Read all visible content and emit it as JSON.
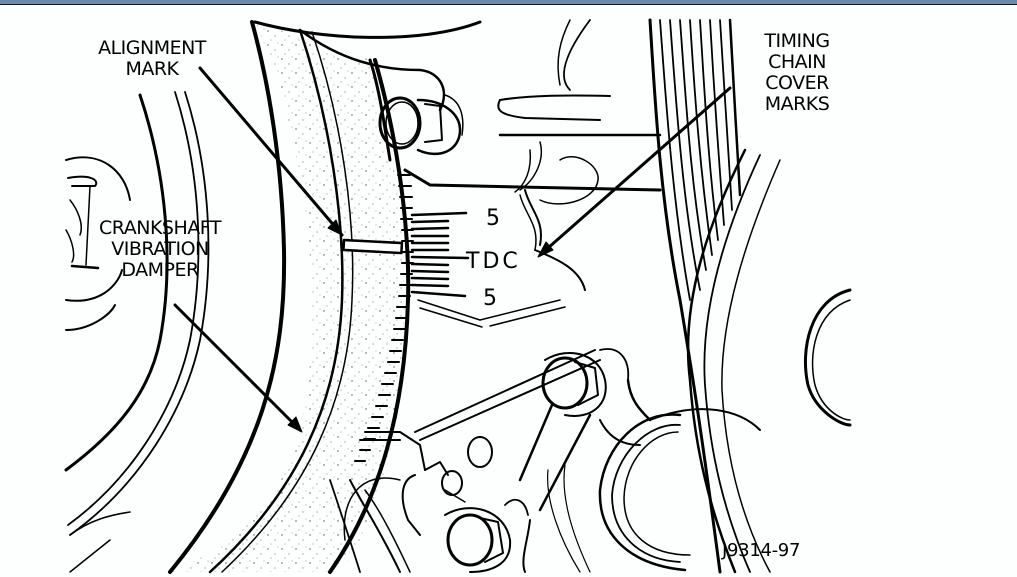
{
  "window": {
    "topbar_color": "#6f8aa8"
  },
  "diagram": {
    "type": "technical line illustration",
    "subject": "crankshaft vibration damper timing marks",
    "callouts": [
      {
        "id": "alignment-mark",
        "lines": [
          "ALIGNMENT",
          "MARK"
        ]
      },
      {
        "id": "timing-chain-cover-marks",
        "lines": [
          "TIMING",
          "CHAIN",
          "COVER",
          "MARKS"
        ]
      },
      {
        "id": "crankshaft-vibration-damper",
        "lines": [
          "CRANKSHAFT",
          "VIBRATION",
          "DAMPER"
        ]
      }
    ],
    "timing_scale": {
      "upper": "5",
      "center": "TDC",
      "lower": "5"
    },
    "figure_id": "J9314-97",
    "line_color": "#000000",
    "background_color": "#fdfefe"
  }
}
